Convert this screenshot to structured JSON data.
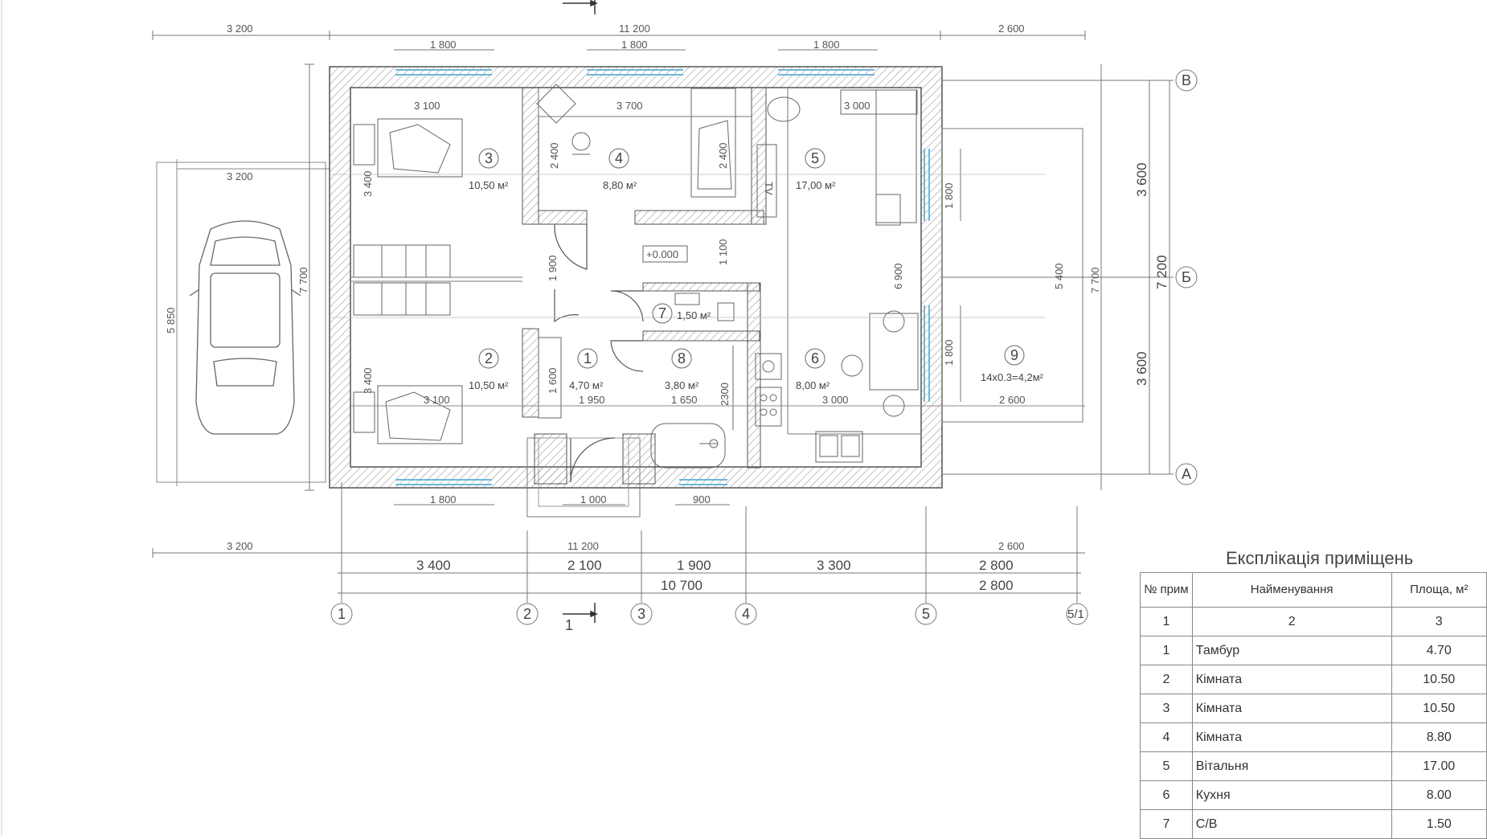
{
  "top_dims": [
    "3 200",
    "11 200",
    "2 600"
  ],
  "window_dims_top": [
    "1 800",
    "1 800",
    "1 800"
  ],
  "window_dims_bottom": [
    "1 800",
    "1 000",
    "900"
  ],
  "carport_dims": [
    "3 200",
    "5 850"
  ],
  "side_dims": [
    "7 700",
    "7 700"
  ],
  "room_dims": [
    "3 100",
    "3 700",
    "3 000",
    "3 400",
    "2 400",
    "2 400",
    "1 900",
    "1 100",
    "6 900",
    "5 400",
    "1 800",
    "1 800",
    "3 400",
    "1 600",
    "3 100",
    "1 950",
    "1 650",
    "2300",
    "3 000",
    "2 600"
  ],
  "level_mark": "+0.000",
  "tv_label": "TV",
  "rooms": [
    {
      "num": "1",
      "area": "4,70 м²"
    },
    {
      "num": "2",
      "area": "10,50 м²"
    },
    {
      "num": "3",
      "area": "10,50 м²"
    },
    {
      "num": "4",
      "area": "8,80 м²"
    },
    {
      "num": "5",
      "area": "17,00 м²"
    },
    {
      "num": "6",
      "area": "8,00 м²"
    },
    {
      "num": "7",
      "area": "1,50 м²"
    },
    {
      "num": "8",
      "area": "3,80 м²"
    },
    {
      "num": "9",
      "area": "14x0.3=4,2м²"
    }
  ],
  "bottom_dims": {
    "row1": [
      "3 200",
      "11 200",
      "2 600"
    ],
    "row2": [
      "3 400",
      "2 100",
      "1 900",
      "3 300",
      "2 800"
    ],
    "row3": [
      "10 700",
      "2 800"
    ]
  },
  "axes_x": [
    "1",
    "2",
    "3",
    "4",
    "5",
    "5/1"
  ],
  "axes_y": [
    "В",
    "Б",
    "А"
  ],
  "right_dims": [
    "3 600",
    "7 200",
    "3 600"
  ],
  "section_mark": "1",
  "explication": {
    "title": "Експлікація приміщень",
    "headers": [
      "№ прим",
      "Найменування",
      "Площа, м²"
    ],
    "col_numbers": [
      "1",
      "2",
      "3"
    ],
    "rows": [
      {
        "num": "1",
        "name": "Тамбур",
        "area": "4.70"
      },
      {
        "num": "2",
        "name": "Кімната",
        "area": "10.50"
      },
      {
        "num": "3",
        "name": "Кімната",
        "area": "10.50"
      },
      {
        "num": "4",
        "name": "Кімната",
        "area": "8.80"
      },
      {
        "num": "5",
        "name": "Вітальня",
        "area": "17.00"
      },
      {
        "num": "6",
        "name": "Кухня",
        "area": "8.00"
      },
      {
        "num": "7",
        "name": "С/В",
        "area": "1.50"
      }
    ]
  },
  "colors": {
    "line": "#555555",
    "hatch": "#9a9a9a",
    "window": "#6fb7d6",
    "axis": "#8a8a8a"
  }
}
